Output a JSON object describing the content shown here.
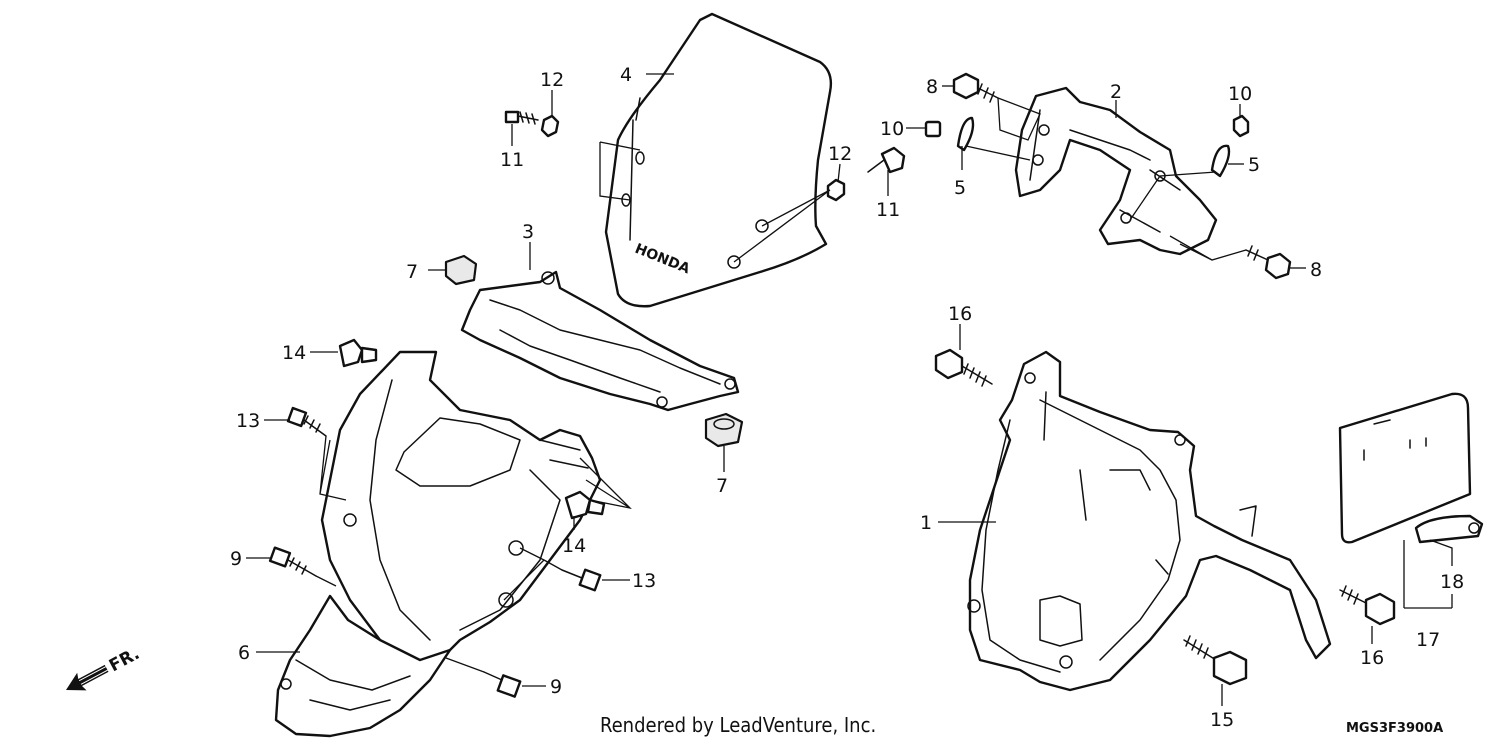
{
  "callouts": [
    {
      "id": "c4",
      "label": "4"
    },
    {
      "id": "c12a",
      "label": "12"
    },
    {
      "id": "c11a",
      "label": "11"
    },
    {
      "id": "c12b",
      "label": "12"
    },
    {
      "id": "c11b",
      "label": "11"
    },
    {
      "id": "c3",
      "label": "3"
    },
    {
      "id": "c7a",
      "label": "7"
    },
    {
      "id": "c7b",
      "label": "7"
    },
    {
      "id": "c14a",
      "label": "14"
    },
    {
      "id": "c13a",
      "label": "13"
    },
    {
      "id": "c14b",
      "label": "14"
    },
    {
      "id": "c13b",
      "label": "13"
    },
    {
      "id": "c9a",
      "label": "9"
    },
    {
      "id": "c9b",
      "label": "9"
    },
    {
      "id": "c6",
      "label": "6"
    },
    {
      "id": "c8a",
      "label": "8"
    },
    {
      "id": "c2",
      "label": "2"
    },
    {
      "id": "c10a",
      "label": "10"
    },
    {
      "id": "c10b",
      "label": "10"
    },
    {
      "id": "c5a",
      "label": "5"
    },
    {
      "id": "c5b",
      "label": "5"
    },
    {
      "id": "c8b",
      "label": "8"
    },
    {
      "id": "c16a",
      "label": "16"
    },
    {
      "id": "c1",
      "label": "1"
    },
    {
      "id": "c15",
      "label": "15"
    },
    {
      "id": "c16b",
      "label": "16"
    },
    {
      "id": "c17",
      "label": "17"
    },
    {
      "id": "c18",
      "label": "18"
    }
  ],
  "front_indicator": "FR.",
  "screen_brand": "HONDA",
  "footer": {
    "credit": "Rendered by LeadVenture, Inc.",
    "diagram_code": "MGS3F3900A"
  },
  "colors": {
    "line": "#111111",
    "background": "#ffffff"
  }
}
